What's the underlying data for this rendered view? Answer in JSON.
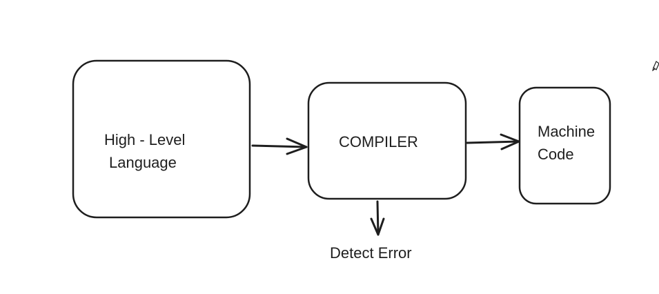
{
  "diagram": {
    "nodes": {
      "high_level_language": {
        "line1": "High - Level",
        "line2": "Language"
      },
      "compiler": {
        "label": "COMPILER"
      },
      "machine_code": {
        "line1": "Machine",
        "line2": "Code"
      },
      "detect_error": {
        "label": "Detect Error"
      }
    },
    "edges": [
      {
        "from": "high_level_language",
        "to": "compiler"
      },
      {
        "from": "compiler",
        "to": "machine_code"
      },
      {
        "from": "compiler",
        "to": "detect_error"
      }
    ]
  },
  "colors": {
    "stroke": "#1e1e1e",
    "background": "#ffffff"
  }
}
